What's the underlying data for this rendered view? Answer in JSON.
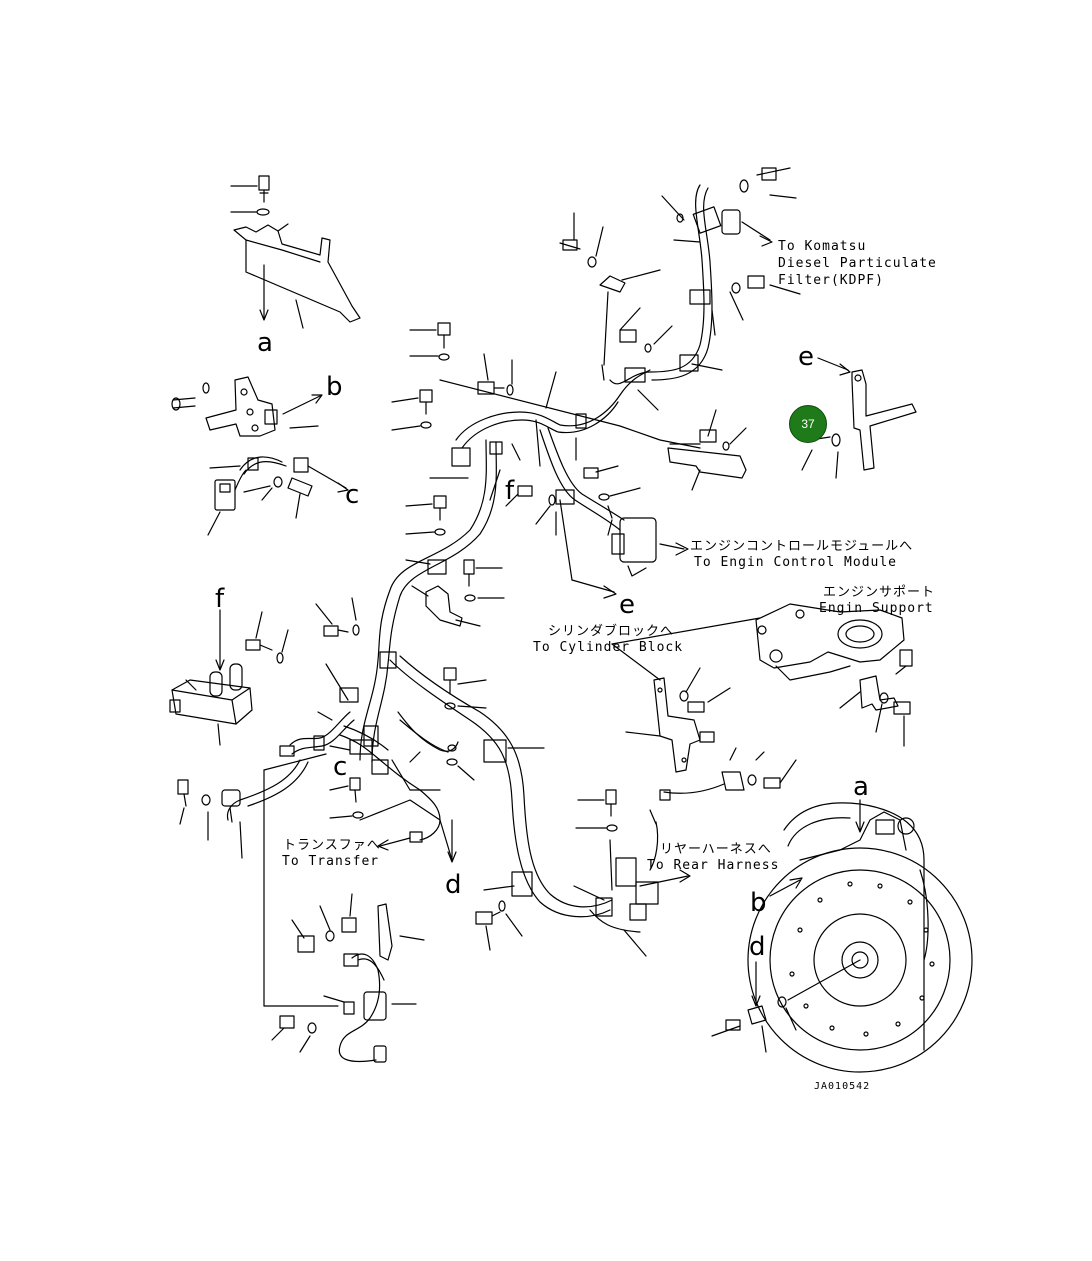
{
  "callouts": {
    "a_top": "a",
    "b_left": "b",
    "c_left": "c",
    "f_top": "f",
    "e_top": "e",
    "e_mid": "e",
    "f_left": "f",
    "c_mid": "c",
    "d_mid": "d",
    "a_right": "a",
    "b_right": "b",
    "d_right": "d"
  },
  "badge": {
    "label": "37",
    "color": "#1f7a1a"
  },
  "labels": {
    "kdpf_line1": "To Komatsu",
    "kdpf_line2": "Diesel Particulate",
    "kdpf_line3": "Filter(KDPF)",
    "ecm_jp": "エンジンコントロールモジュールへ",
    "ecm_en": "To Engin Control Module",
    "support_jp": "エンジンサポート",
    "support_en": "Engin Support",
    "cyl_jp": "シリンダブロックへ",
    "cyl_en": "To Cylinder Block",
    "transfer_jp": "トランスファへ",
    "transfer_en": "To Transfer",
    "rear_jp": "リヤーハーネスへ",
    "rear_en": "To Rear Harness"
  },
  "drawing_number": "JA010542"
}
